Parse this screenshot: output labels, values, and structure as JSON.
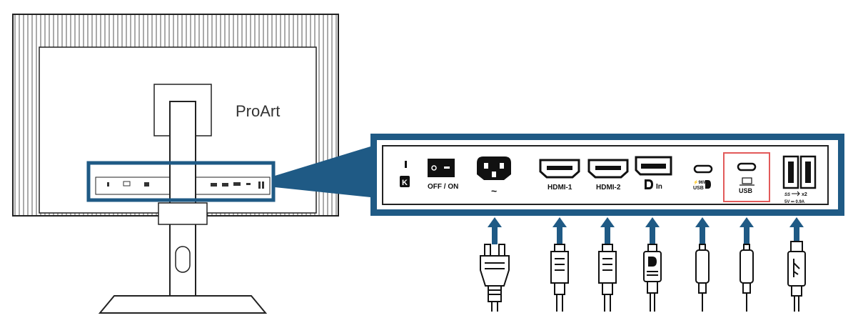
{
  "monitor": {
    "brand": "ProArt"
  },
  "ports": {
    "power_switch": {
      "label": "OFF / ON",
      "icon": "power-switch-icon"
    },
    "ac_in": {
      "label": "~",
      "icon": "ac-power-socket-icon"
    },
    "hdmi1": {
      "label": "HDMI-1",
      "icon": "hdmi-port-icon"
    },
    "hdmi2": {
      "label": "HDMI-2",
      "icon": "hdmi-port-icon"
    },
    "dp_in": {
      "label": "In",
      "icon": "displayport-icon"
    },
    "usbc_dp": {
      "label_top": "⚡96W",
      "label_bottom": "USB",
      "icon": "usb-c-displayport-icon"
    },
    "usbc_up": {
      "label": "USB",
      "icon": "usb-c-port-icon"
    },
    "usba": {
      "label_top": "x2",
      "label_bottom": "5V ⎓ 0.9A",
      "icon": "usb-a-ports-icon"
    },
    "kensington": {
      "icon": "kensington-lock-icon"
    }
  },
  "colors": {
    "callout_blue": "#1f5a85",
    "highlight_red": "#e25a5a",
    "port_black": "#111111"
  }
}
